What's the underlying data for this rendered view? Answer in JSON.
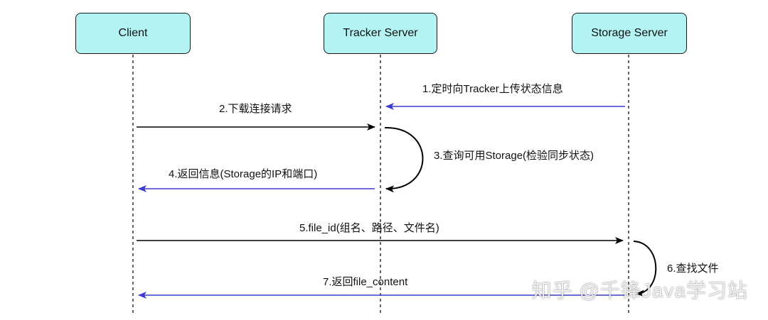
{
  "actors": {
    "client": "Client",
    "tracker": "Tracker Server",
    "storage": "Storage Server"
  },
  "messages": {
    "m1": "1.定时向Tracker上传状态信息",
    "m2": "2.下载连接请求",
    "m3": "3.查询可用Storage(检验同步状态)",
    "m4": "4.返回信息(Storage的IP和端口)",
    "m5": "5.file_id(组名、路径、文件名)",
    "m6": "6.查找文件",
    "m7": "7.返回file_content"
  },
  "watermark": "知乎 @千锋Java学习站",
  "colors": {
    "actor_fill": "#b3f3f3",
    "request_arrow": "#000000",
    "response_arrow": "#3b3bd1"
  }
}
